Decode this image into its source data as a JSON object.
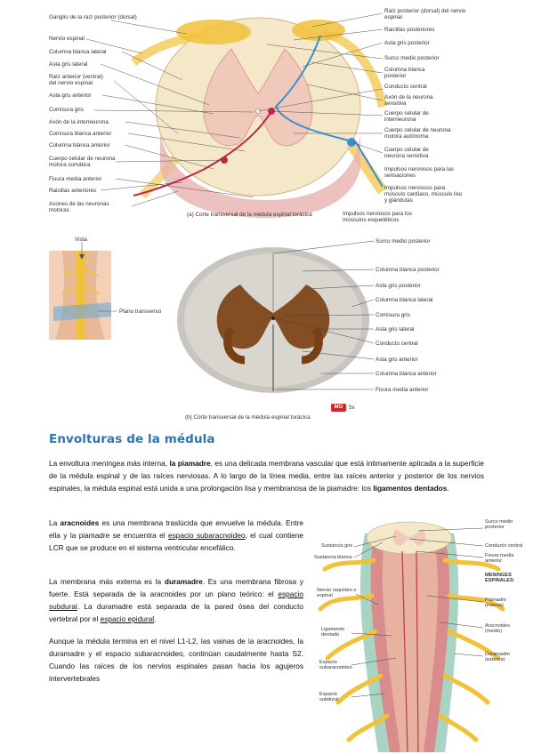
{
  "fig_a": {
    "caption": "(a) Corte transversal de la médula espinal torácica",
    "left_labels": [
      "Ganglio de la raíz posterior (dorsal)",
      "Nervio espinal",
      "Columna blanca lateral",
      "Asta gris lateral",
      "Raíz anterior (ventral) del nervio espinal",
      "Asta gris anterior",
      "Comisura gris",
      "Axón de la interneurona",
      "Comisura blanca anterior",
      "Columna blanca anterior",
      "Cuerpo celular de neurona motora somática",
      "Fisura media anterior",
      "Raicillas anteriores",
      "Axones de las neuronas motoras"
    ],
    "right_labels": [
      "Raíz posterior (dorsal) del nervio espinal",
      "Raicillas posteriores",
      "Asta gris posterior",
      "Surco medio posterior",
      "Columna blanca posterior",
      "Conducto central",
      "Axón de la neurona sensitiva",
      "Cuerpo celular de interneurona",
      "Cuerpo celular de neurona motora autónoma",
      "Cuerpo celular de neurona sensitiva",
      "Impulsos nerviosos para las sensaciones",
      "Impulsos nerviosos para músculo cardíaco, músculo liso y glándulas",
      "Impulsos nerviosos para los músculos esqueléticos"
    ]
  },
  "fig_b": {
    "caption": "(b) Corte transversal de la médula espinal torácica",
    "view_label": "Vista",
    "plane_label": "Plano transverso",
    "mo_badge": "MO",
    "magnification": "5x",
    "right_labels": [
      "Surco medio posterior",
      "Columna blanca posterior",
      "Asta gris posterior",
      "Columna blanca lateral",
      "Comisura gris",
      "Asta gris lateral",
      "Conducto central",
      "Asta gris anterior",
      "Columna blanca anterior",
      "Fisura media anterior"
    ]
  },
  "section": {
    "heading": "Envolturas de la médula",
    "p1": {
      "t1": "La envoltura meníngea más interna, ",
      "b1": "la piamadre",
      "t2": ", es una delicada membrana vascular que está íntimamente aplicada a la superficie de la médula espinal y de las raíces nerviosas.  A lo largo de la línea media, entre las raíces anterior y posterior de los nervios espinales, la médula espinal está unida a una prolongación lisa y membranosa de la piamadre: los ",
      "b2": "ligamentos dentados",
      "t3": "."
    },
    "p2": {
      "t1": "La ",
      "b1": "aracnoides",
      "t2": " es una membrana traslúcida que envuelve la médula. Entre ella y la piamadre se encuentra el ",
      "u1": "espacio subaracnoideo",
      "t3": ", el cual contiene LCR que se produce en el sistema ventricular encefálico."
    },
    "p3": {
      "t1": "La membrana más externa es la ",
      "b1": "duramadre",
      "t2": ". Es una membrana fibrosa y fuerte. Está separada de la aracnoides por un plano teórico: el ",
      "u1": "espacio subdural",
      "t3": ".  La duramadre está separada de la pared ósea del conducto vertebral por el ",
      "u2": "espacio epidural",
      "t4": "."
    },
    "p4": "Aunque la médula termina en el nivel L1-L2, las vainas de la aracnoides, la duramadre y el espacio subaracnoideo, continúan caudalmente hasta S2. Cuando las raíces de los nervios espinales pasan hacia los agujeros intervertebrales"
  },
  "fig_c": {
    "left_labels": [
      "Sustancia gris",
      "Sustancia blanca",
      "Nervio raquídeo o espinal",
      "Ligamento dentado",
      "Espacio subaracnoideo",
      "Espacio subdural"
    ],
    "right_labels": [
      "Surco medio posterior",
      "Conducto central",
      "Fisura media anterior",
      "MENINGES ESPINALES:",
      "Piamadre (interna)",
      "Aracnoides (medio)",
      "Duramadre (externa)"
    ]
  },
  "colors": {
    "heading": "#2e74b5",
    "white_matter": "#f4e8c8",
    "gray_matter": "#f1c9bb",
    "nerve": "#f2c13a",
    "motor_path": "#c3274a",
    "sensory_path": "#3b8fd0",
    "stain": "#7a3f12"
  }
}
